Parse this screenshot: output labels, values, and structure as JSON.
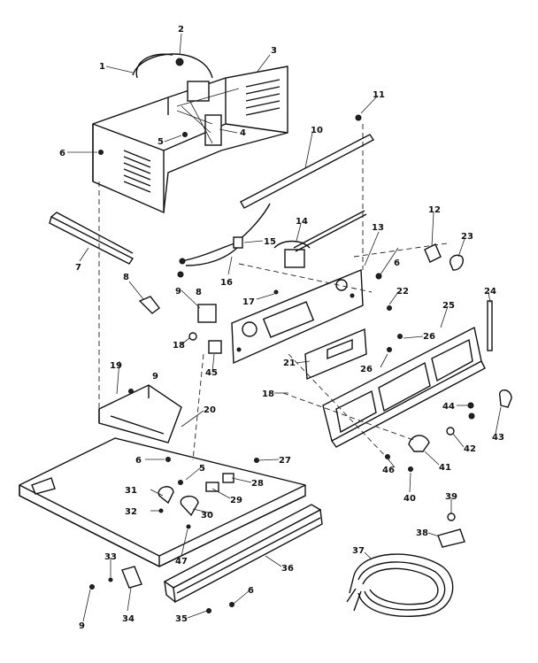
{
  "callouts": {
    "c1": "1",
    "c2": "2",
    "c3": "3",
    "c4": "4",
    "c5a": "5",
    "c6a": "6",
    "c7": "7",
    "c8a": "8",
    "c9a": "9",
    "c10": "10",
    "c11": "11",
    "c12": "12",
    "c13": "13",
    "c14": "14",
    "c15": "15",
    "c16": "16",
    "c17": "17",
    "c18a": "18",
    "c18b": "18",
    "c19": "19",
    "c20": "20",
    "c21": "21",
    "c22": "22",
    "c23": "23",
    "c24": "24",
    "c25": "25",
    "c26a": "26",
    "c26b": "26",
    "c27": "27",
    "c28": "28",
    "c29": "29",
    "c30": "30",
    "c31": "31",
    "c32": "32",
    "c33": "33",
    "c34": "34",
    "c35": "35",
    "c36": "36",
    "c37": "37",
    "c38": "38",
    "c39": "39",
    "c40": "40",
    "c41": "41",
    "c42": "42",
    "c43": "43",
    "c44": "44",
    "c45": "45",
    "c46": "46",
    "c47": "47",
    "c6b": "6",
    "c6c": "6",
    "c6d": "6",
    "c8b": "8",
    "c9b": "9",
    "c9c": "9",
    "c5b": "5"
  }
}
